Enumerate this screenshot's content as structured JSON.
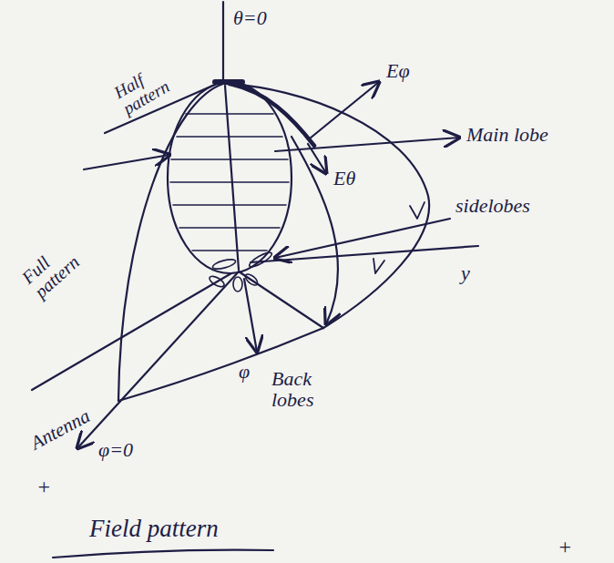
{
  "diagram": {
    "caption": "Field pattern",
    "labels": [
      "Half pattern",
      "θ=0",
      "Eφ",
      "Main lobe",
      "Eθ",
      "sidelobes",
      "y",
      "Full pattern",
      "Antenna",
      "φ",
      "Back lobes",
      "φ=0",
      "+",
      "+"
    ]
  }
}
